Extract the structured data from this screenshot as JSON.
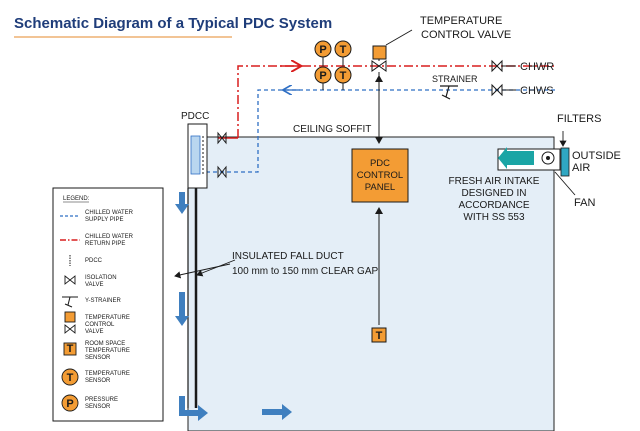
{
  "title": "Schematic Diagram of a Typical PDC System",
  "labels": {
    "temp_control_valve_1": "TEMPERATURE",
    "temp_control_valve_2": "CONTROL VALVE",
    "chwr": "CHWR",
    "chws": "CHWS",
    "strainer": "STRAINER",
    "pdcc": "PDCC",
    "ceiling_soffit": "CEILING SOFFIT",
    "panel_1": "PDC",
    "panel_2": "CONTROL",
    "panel_3": "PANEL",
    "filters": "FILTERS",
    "outside_air_1": "OUTSIDE",
    "outside_air_2": "AIR",
    "fresh_air_1": "FRESH AIR INTAKE",
    "fresh_air_2": "DESIGNED IN",
    "fresh_air_3": "ACCORDANCE",
    "fresh_air_4": "WITH SS 553",
    "fan": "FAN",
    "duct_1": "INSULATED FALL DUCT",
    "duct_2": "100 mm to 150 mm CLEAR GAP",
    "sensor_p": "P",
    "sensor_t": "T"
  },
  "legend": {
    "heading": "LEGEND:",
    "items": [
      {
        "line1": "CHILLED WATER",
        "line2": "SUPPLY PIPE"
      },
      {
        "line1": "CHILLED WATER",
        "line2": "RETURN PIPE"
      },
      {
        "line1": "PDCC",
        "line2": ""
      },
      {
        "line1": "ISOLATION",
        "line2": "VALVE"
      },
      {
        "line1": "Y-STRAINER",
        "line2": ""
      },
      {
        "line1": "TEMPERATURE",
        "line2": "CONTROL",
        "line3": "VALVE"
      },
      {
        "line1": "ROOM SPACE",
        "line2": "TEMPERATURE",
        "line3": "SENSOR"
      },
      {
        "line1": "TEMPERATURE",
        "line2": "SENSOR"
      },
      {
        "line1": "PRESSURE",
        "line2": "SENSOR"
      }
    ]
  },
  "colors": {
    "title": "#1f3d7a",
    "return_pipe": "#d91e1e",
    "supply_pipe": "#2f6fc4",
    "room_fill": "#e4eef7",
    "room_stroke": "#222222",
    "orange": "#f39c34",
    "arrow_blue": "#3f7fbf",
    "outline": "#1a1a1a"
  }
}
